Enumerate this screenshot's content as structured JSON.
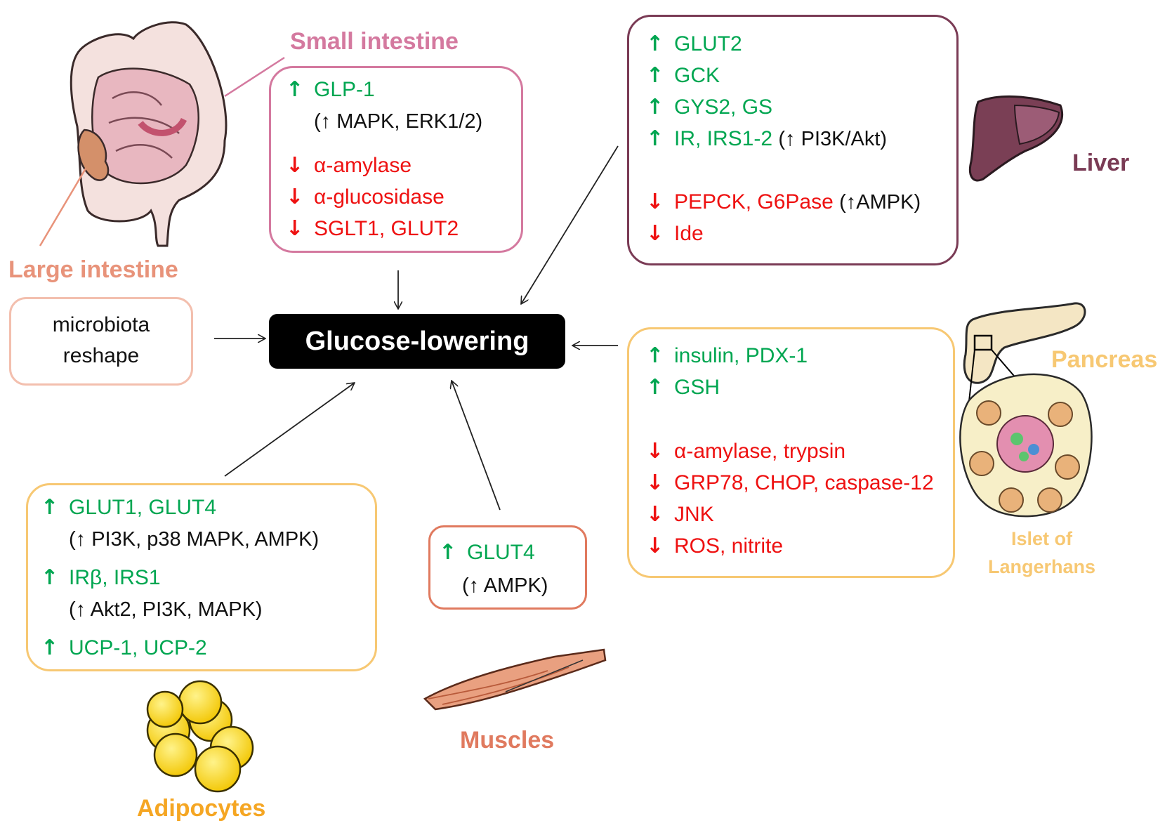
{
  "center": {
    "label": "Glucose-lowering"
  },
  "small_intestine": {
    "label": "Small intestine",
    "color": "#d4799f",
    "items": [
      {
        "dir": "up",
        "text": "GLP-1"
      },
      {
        "dir": "sub",
        "text": "(↑ MAPK, ERK1/2)"
      },
      {
        "dir": "down",
        "text": "α-amylase"
      },
      {
        "dir": "down",
        "text": "α-glucosidase"
      },
      {
        "dir": "down",
        "text": "SGLT1, GLUT2"
      }
    ]
  },
  "large_intestine": {
    "label": "Large intestine",
    "color": "#e8937a",
    "items": [
      "microbiota",
      "reshape"
    ]
  },
  "liver": {
    "label": "Liver",
    "color": "#7a3b55",
    "items": [
      {
        "dir": "up",
        "text": "GLUT2"
      },
      {
        "dir": "up",
        "text": "GCK"
      },
      {
        "dir": "up",
        "text": "GYS2, GS"
      },
      {
        "dir": "up",
        "text": "IR, IRS1-2",
        "extra": "(↑ PI3K/Akt)"
      },
      {
        "dir": "down",
        "text": "PEPCK, G6Pase",
        "extra": "(↑AMPK)"
      },
      {
        "dir": "down",
        "text": "Ide"
      }
    ]
  },
  "pancreas": {
    "label": "Pancreas",
    "sub_label_1": "Islet of",
    "sub_label_2": "Langerhans",
    "color": "#f7c873",
    "items": [
      {
        "dir": "up",
        "text": "insulin, PDX-1"
      },
      {
        "dir": "up",
        "text": "GSH"
      },
      {
        "dir": "down",
        "text": "α-amylase, trypsin"
      },
      {
        "dir": "down",
        "text": "GRP78, CHOP, caspase-12"
      },
      {
        "dir": "down",
        "text": "JNK"
      },
      {
        "dir": "down",
        "text": "ROS, nitrite"
      }
    ]
  },
  "adipocytes": {
    "label": "Adipocytes",
    "color": "#f5a623",
    "items": [
      {
        "dir": "up",
        "text": "GLUT1, GLUT4"
      },
      {
        "dir": "sub",
        "text": "(↑ PI3K, p38 MAPK, AMPK)"
      },
      {
        "dir": "up",
        "text": "IRβ, IRS1"
      },
      {
        "dir": "sub",
        "text": "(↑ Akt2, PI3K, MAPK)"
      },
      {
        "dir": "up",
        "text": "UCP-1, UCP-2"
      }
    ]
  },
  "muscles": {
    "label": "Muscles",
    "color": "#e07a5f",
    "items": [
      {
        "dir": "up",
        "text": "GLUT4"
      },
      {
        "dir": "sub",
        "text": "(↑ AMPK)"
      }
    ]
  },
  "arrows": {
    "up": "↑",
    "down": "↓"
  },
  "colors": {
    "up": "#00a651",
    "down": "#ee1111"
  }
}
